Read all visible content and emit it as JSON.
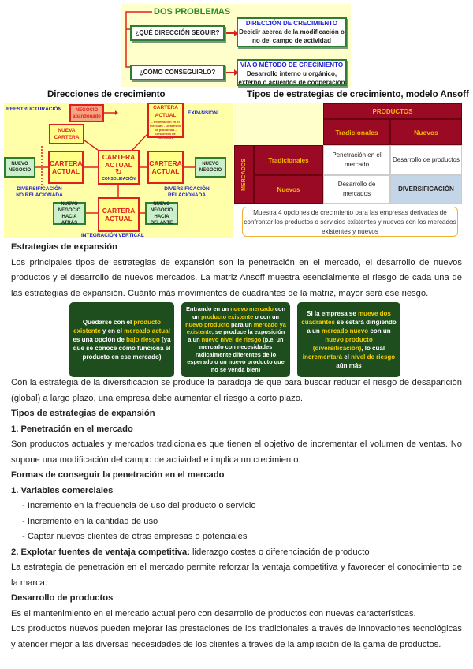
{
  "dos_problemas": {
    "title": "DOS PROBLEMAS",
    "q1": "¿QUÉ DIRECCIÓN SEGUIR?",
    "q2": "¿CÓMO CONSEGUIRLO?",
    "a1_title": "DIRECCIÓN DE CRECIMIENTO",
    "a1_text": "Decidir acerca de la modificación o no del campo de actividad",
    "a2_title": "VÍA O MÉTODO DE CRECIMIENTO",
    "a2_text": "Desarrollo interno u orgánico, externo o acuerdos de cooperación"
  },
  "direcciones": {
    "title": "Direcciones de crecimiento",
    "reestructuracion": "REESTRUCTURACIÓN",
    "negocio_abandonado": "NEGOCIO abandonado",
    "nueva_cartera": "NUEVA CARTERA",
    "cartera_actual": "CARTERA ACTUAL",
    "expansion_items": "- Penetración en el mercado - Desarrollo de productos - Desarrollo de mercados",
    "expansion": "EXPANSIÓN",
    "nuevo_negocio": "NUEVO NEGOCIO",
    "consolidacion": "CONSOLIDACIÓN",
    "div_no_rel": "DIVERSIFICACIÓN NO RELACIONADA",
    "div_rel": "DIVERSIFICACIÓN RELACIONADA",
    "hacia_atras": "NUEVO NEGOCIO HACIA ATRÁS",
    "hacia_delante": "NUEVO NEGOCIO HACIA DELANTE",
    "integracion": "INTEGRACIÓN VERTICAL"
  },
  "ansoff": {
    "title": "Tipos de estrategias de crecimiento, modelo Ansoff",
    "productos": "PRODUCTOS",
    "mercados": "MERCADOS",
    "tradicionales": "Tradicionales",
    "nuevos": "Nuevos",
    "c11": "Penetración en el mercado",
    "c12": "Desarrollo de productos",
    "c21": "Desarrollo de mercados",
    "c22": "DIVERSIFICACIÓN",
    "note": "Muestra 4 opciones de crecimiento para las empresas derivadas de confrontar los productos o servicios existentes y nuevos con los mercados existentes y nuevos",
    "colors": {
      "maroon": "#9b0a25",
      "gold": "#f5b800",
      "diversificacion": "#c5d5e8"
    }
  },
  "green_boxes": [
    [
      {
        "t": "Quedarse con el "
      },
      {
        "t": "producto existente",
        "h": 1
      },
      {
        "t": " y en el "
      },
      {
        "t": "mercado actual",
        "h": 1
      },
      {
        "t": " es una opción de "
      },
      {
        "t": "bajo riesgo",
        "h": 1
      },
      {
        "t": " (ya que se conoce cómo funciona el producto en ese mercado)"
      }
    ],
    [
      {
        "t": "Entrando en un "
      },
      {
        "t": "nuevo mercado",
        "h": 1
      },
      {
        "t": " con un "
      },
      {
        "t": "producto existente",
        "h": 1
      },
      {
        "t": " o con un "
      },
      {
        "t": "nuevo producto",
        "h": 1
      },
      {
        "t": " para un "
      },
      {
        "t": "mercado ya existente",
        "h": 1
      },
      {
        "t": ", se produce la exposición a un "
      },
      {
        "t": "nuevo nivel de riesgo",
        "h": 1
      },
      {
        "t": " (p.e. un mercado con necesidades radicalmente diferentes de lo esperado o un nuevo producto que no se venda bien)"
      }
    ],
    [
      {
        "t": "Si la empresa se "
      },
      {
        "t": "mueve dos cuadrantes",
        "h": 1
      },
      {
        "t": " se estará dirigiendo a un "
      },
      {
        "t": "mercado nuevo",
        "h": 1
      },
      {
        "t": " con un "
      },
      {
        "t": "nuevo producto (diversificación)",
        "h": 1
      },
      {
        "t": ", lo cual "
      },
      {
        "t": "incrementará",
        "h": 1
      },
      {
        "t": " el "
      },
      {
        "t": "nivel de riesgo",
        "h": 1
      },
      {
        "t": " aún más"
      }
    ]
  ],
  "text1": {
    "heading": "Estrategias de expansión",
    "p1": "Los principales tipos de estrategias de expansión son la penetración en el mercado, el desarrollo de nuevos productos y el desarrollo de nuevos mercados. La matriz Ansoff muestra esencialmente el riesgo de cada una de las estrategias de expansión. Cuánto más movimientos de cuadrantes de la matriz, mayor será ese riesgo."
  },
  "text2": {
    "p1": "Con la estrategia de la diversificación se produce la paradoja de que para buscar reducir el riesgo de desaparición (global) a largo plazo, una empresa debe aumentar el riesgo a corto plazo.",
    "h1": "Tipos de estrategias de expansión",
    "h2": "1. Penetración en el mercado",
    "p2": "Son productos actuales y mercados tradicionales que tienen el objetivo de incrementar el volumen de ventas. No supone una modificación del campo de actividad e implica un crecimiento.",
    "h3": "Formas de conseguir la penetración en el mercado",
    "h4": "1. Variables comerciales",
    "li1": "- Incremento en la frecuencia de uso del producto o servicio",
    "li2": "- Incremento en la cantidad de uso",
    "li3": "- Captar nuevos clientes de otras empresas o potenciales",
    "h5": "2. Explotar fuentes de ventaja competitiva:",
    "p3": " liderazgo costes o diferenciación de producto",
    "p4": "La estrategia de penetración en el mercado permite reforzar la ventaja competitiva y favorecer el conocimiento de la marca.",
    "h6": "Desarrollo de productos",
    "p5": "Es el mantenimiento en el mercado actual pero con desarrollo de productos con nuevas características.",
    "p6": "Los productos nuevos pueden mejorar las prestaciones de los tradicionales a través de innovaciones tecnológicas y atender mejor a las diversas necesidades de los clientes a través de la ampliación de la gama de productos."
  }
}
